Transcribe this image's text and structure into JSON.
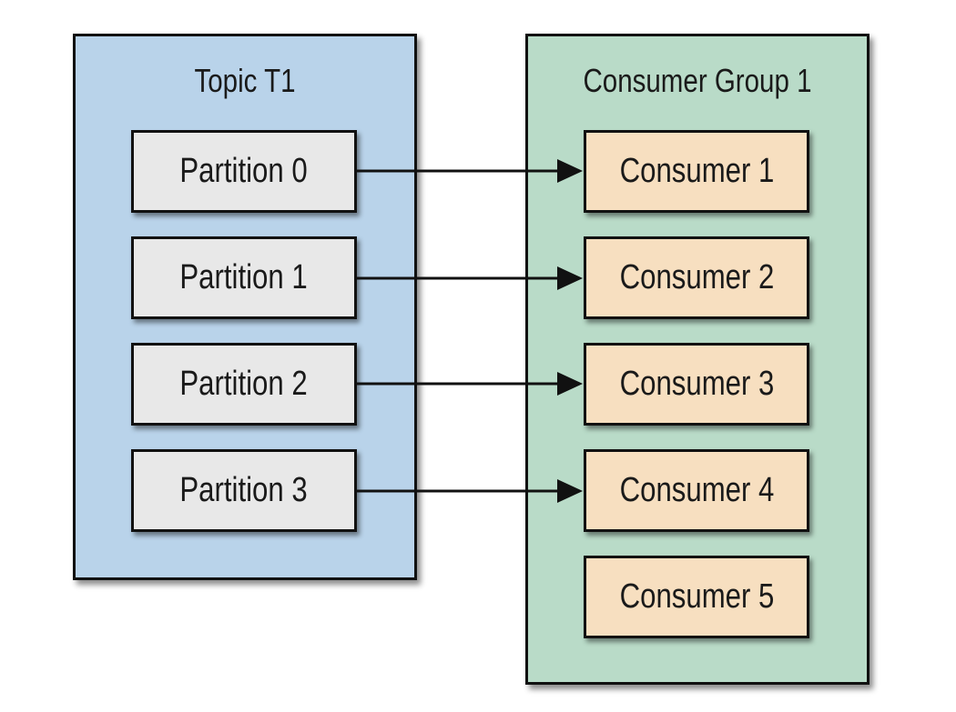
{
  "colors": {
    "topic_fill": "#b9d3ea",
    "group_fill": "#b9dbc8",
    "partition_fill": "#e8e8e8",
    "consumer_fill": "#f7dfc0",
    "stroke": "#111111"
  },
  "topic": {
    "title": "Topic T1",
    "partitions": [
      "Partition 0",
      "Partition 1",
      "Partition 2",
      "Partition 3"
    ]
  },
  "group": {
    "title": "Consumer Group 1",
    "consumers": [
      "Consumer 1",
      "Consumer 2",
      "Consumer 3",
      "Consumer 4",
      "Consumer 5"
    ]
  },
  "connections": [
    {
      "from": "Partition 0",
      "to": "Consumer 1"
    },
    {
      "from": "Partition 1",
      "to": "Consumer 2"
    },
    {
      "from": "Partition 2",
      "to": "Consumer 3"
    },
    {
      "from": "Partition 3",
      "to": "Consumer 4"
    }
  ]
}
